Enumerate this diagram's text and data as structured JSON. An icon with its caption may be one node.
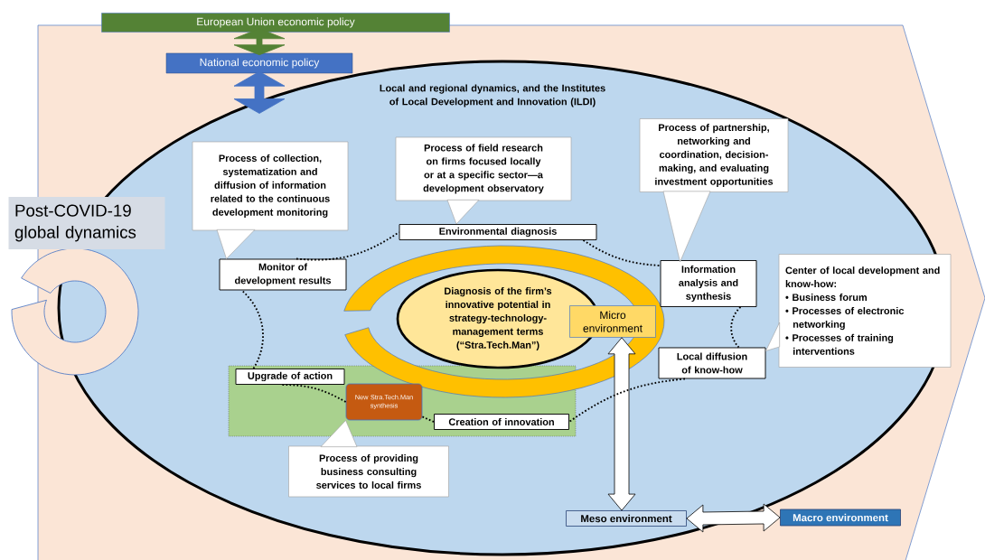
{
  "diagram": {
    "nodes": [
      {
        "text": [
          "European Union economic policy"
        ]
      },
      {
        "text": [
          "National economic policy"
        ]
      },
      {
        "text": [
          "Local and regional dynamics, and the Institutes of Local Development and Innovation (ILDI)"
        ]
      },
      {
        "text": [
          "Process of collection, systematization and diffusion of information related to the continuous development monitoring"
        ],
        "in": 2
      },
      {
        "text": [
          "Process of field research on firms focused locally or at a specific sector—a development observatory"
        ],
        "in": 2
      },
      {
        "text": [
          "Process of partnership, networking and coordination, decision-making, and evaluating investment opportunities"
        ],
        "in": 2
      },
      {
        "text": [
          "Environmental diagnosis"
        ],
        "in": 2
      },
      {
        "text": [
          "Monitor of development results"
        ],
        "in": 2
      },
      {
        "text": [
          "Information analysis and synthesis"
        ],
        "in": 2
      },
      {
        "text": [
          "Center of local development and know-how:",
          "• Business forum",
          "• Processes of electronic networking",
          "• Processes of training interventions"
        ],
        "in": 2
      },
      {
        "text": [
          "Diagnosis of the firm’s innovative potential in strategy-technology-management terms (“Stra.Tech.Man”)"
        ],
        "in": 2
      },
      {
        "text": [
          "Micro environment"
        ],
        "in": 2
      },
      {
        "text": [
          "Local diffusion of know-how"
        ],
        "in": 2
      },
      {
        "text": [],
        "shape": "box",
        "in": 2
      },
      {
        "text": [
          "Upgrade of action"
        ],
        "in": 13
      },
      {
        "text": [
          "New Stra.Tech.Man synthesis"
        ],
        "in": 13
      },
      {
        "text": [
          "Creation of innovation"
        ],
        "in": 13
      },
      {
        "text": [
          "Process of providing business consulting services to local firms"
        ],
        "in": 2
      },
      {
        "text": [
          "Meso environment"
        ],
        "in": 2
      },
      {
        "text": [
          "Macro environment"
        ]
      }
    ],
    "edges": [
      {
        "from": 0,
        "to": 1,
        "arrow": "both",
        "color": "#548235"
      },
      {
        "from": 1,
        "to": 2,
        "arrow": "both",
        "color": "#4472c4"
      },
      {
        "from": 11,
        "to": 18,
        "arrow": "both"
      },
      {
        "from": 18,
        "to": 19,
        "arrow": "both"
      },
      {
        "from": 6,
        "to": 8,
        "arrow": "none",
        "style": "dashed"
      },
      {
        "from": 8,
        "to": 12,
        "arrow": "none",
        "style": "dashed"
      },
      {
        "from": 12,
        "to": 16,
        "arrow": "none",
        "style": "dashed"
      },
      {
        "from": 16,
        "to": 15,
        "arrow": "none",
        "style": "dashed"
      },
      {
        "from": 15,
        "to": 14,
        "arrow": "none",
        "style": "dashed"
      },
      {
        "from": 14,
        "to": 7,
        "arrow": "none",
        "style": "dashed"
      },
      {
        "from": 7,
        "to": 6,
        "arrow": "none",
        "style": "dashed"
      },
      {
        "from": 3,
        "to": 7,
        "arrow": "to",
        "color": "#a6a6a6"
      },
      {
        "from": 4,
        "to": 6,
        "arrow": "to",
        "color": "#a6a6a6"
      },
      {
        "from": 5,
        "to": 8,
        "arrow": "to",
        "color": "#a6a6a6"
      },
      {
        "from": 9,
        "to": 12,
        "arrow": "to",
        "color": "#a6a6a6"
      },
      {
        "from": 17,
        "to": 15,
        "arrow": "to",
        "color": "#a6a6a6"
      }
    ],
    "labels": [
      "Post-COVID-19 global dynamics"
    ]
  }
}
